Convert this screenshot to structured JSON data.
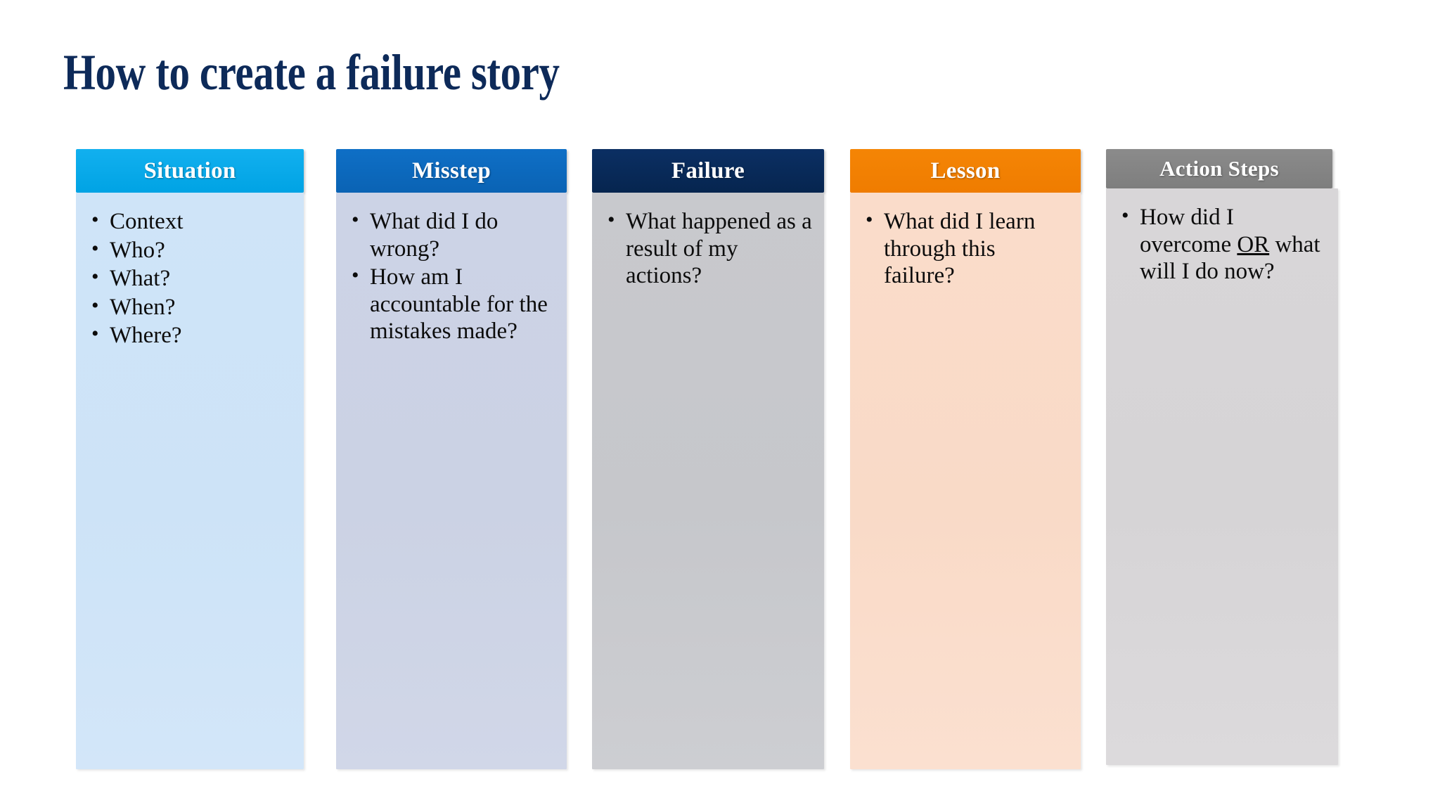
{
  "slide": {
    "title": "How to create a failure story",
    "title_color": "#0d2a59",
    "background": "#ffffff"
  },
  "columns": [
    {
      "id": "situation",
      "header": "Situation",
      "header_color": "#00a3e4",
      "body_color": "#cde3f7",
      "bullets": [
        {
          "text": "Context"
        },
        {
          "text": "Who?"
        },
        {
          "text": "What?"
        },
        {
          "text": "When?"
        },
        {
          "text": "Where?"
        }
      ]
    },
    {
      "id": "misstep",
      "header": "Misstep",
      "header_color": "#0a63b4",
      "body_color": "#cbd2e4",
      "bullets": [
        {
          "text": "What did I do wrong?"
        },
        {
          "text": "How am I accountable for the mistakes made?"
        }
      ]
    },
    {
      "id": "failure",
      "header": "Failure",
      "header_color": "#06254f",
      "body_color": "#c6c7cb",
      "bullets": [
        {
          "text": "What happened as a result of my actions?"
        }
      ]
    },
    {
      "id": "lesson",
      "header": "Lesson",
      "header_color": "#ef7c00",
      "body_color": "#f9dac7",
      "bullets": [
        {
          "text": "What did I learn through this failure?"
        }
      ]
    },
    {
      "id": "action-steps",
      "header": "Action Steps",
      "header_color": "#7e7e7e",
      "body_color": "#d6d4d6",
      "bullets": [
        {
          "segments": [
            {
              "text": "How did I overcome ",
              "underline": false
            },
            {
              "text": "OR",
              "underline": true
            },
            {
              "text": " what will I do now?",
              "underline": false
            }
          ]
        }
      ]
    }
  ]
}
